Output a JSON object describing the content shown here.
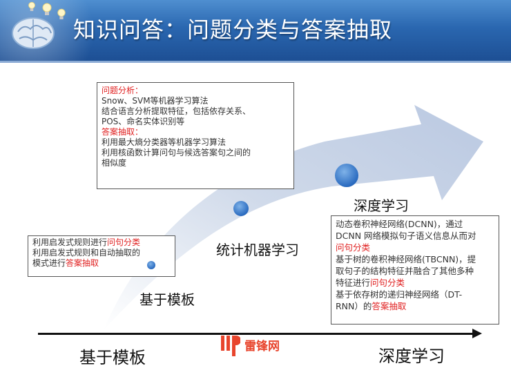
{
  "header": {
    "title": "知识问答：问题分类与答案抽取"
  },
  "top_box": {
    "heading1": "问题分析：",
    "lines1": [
      "Snow、SVM等机器学习算法",
      "结合语言分析提取特征，包括依存关系、",
      "POS、命名实体识别等"
    ],
    "heading2": "答案抽取：",
    "lines2": [
      "利用最大熵分类器等机器学习算法",
      "利用核函数计算问句与候选答案句之间的",
      "相似度"
    ]
  },
  "left_box": {
    "line1_a": "利用启发式规则进行",
    "line1_b": "问句分类",
    "line2": "利用启发式规则和自动抽取的",
    "line3_a": "模式进行",
    "line3_b": "答案抽取"
  },
  "right_box": {
    "l1": "动态卷积神经网络(DCNN)，通过",
    "l2": "DCNN 网络模拟句子语义信息从而对",
    "l3": "问句分类",
    "l4": "基于树的卷积神经网络(TBCNN)，提",
    "l5": "取句子的结构特征并融合了其他多种",
    "l6_a": "特征进行",
    "l6_b": "问句分类",
    "l7": "基于依存树的递归神经网络（DT-",
    "l8_a": "RNN）的",
    "l8_b": "答案抽取"
  },
  "stages": {
    "s1": "基于模板",
    "s2": "统计机器学习",
    "s3": "深度学习"
  },
  "axis": {
    "left": "基于模板",
    "right": "深度学习"
  },
  "watermark": {
    "text": "雷锋网"
  }
}
